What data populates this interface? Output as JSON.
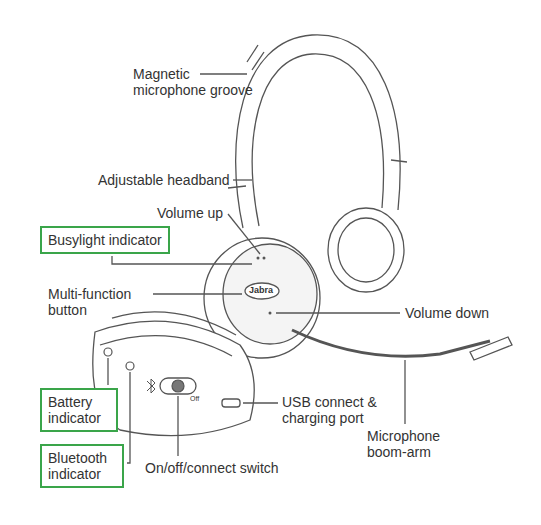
{
  "diagram": {
    "nodes": [
      {
        "text": [
          "Busylight indicator"
        ]
      },
      {
        "text": [
          "Battery indicator"
        ]
      },
      {
        "text": [
          "Bluetooth indicator"
        ]
      }
    ],
    "labels": [
      "Magnetic microphone groove",
      "Adjustable headband",
      "Volume up",
      "Multi-function button",
      "Volume down",
      "USB connect & charging port",
      "Microphone boom-arm",
      "On/off/connect switch",
      "Jabra",
      "Off"
    ]
  }
}
